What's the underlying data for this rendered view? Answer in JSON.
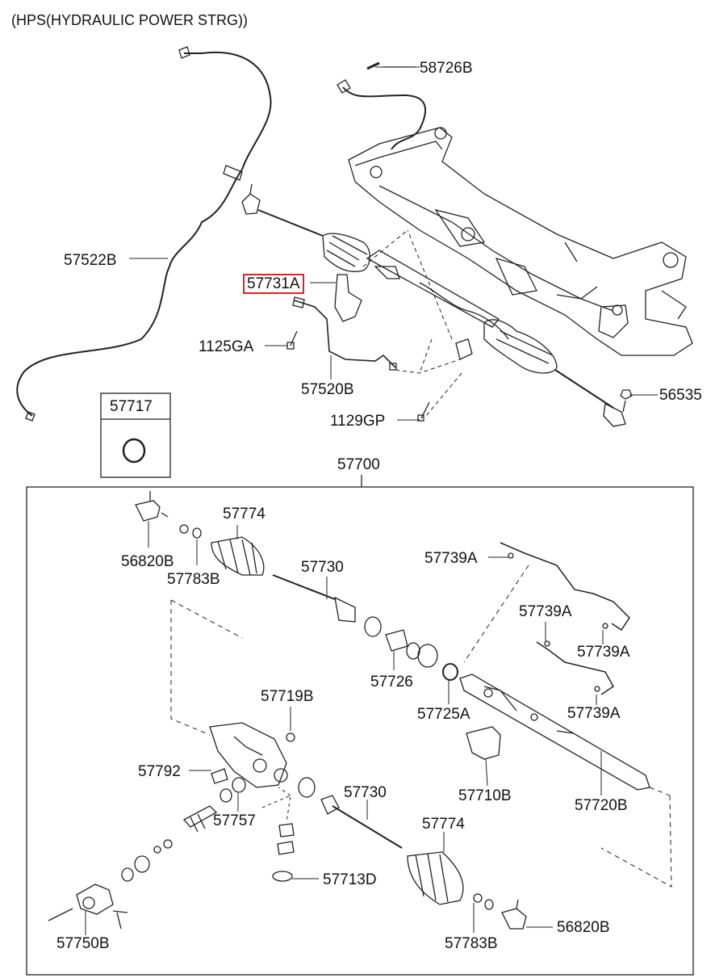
{
  "title": "(HPS(HYDRAULIC POWER STRG))",
  "highlight_color": "#e0202a",
  "labels": {
    "p58726B": "58726B",
    "p57522B": "57522B",
    "p57731A": "57731A",
    "p1125GA": "1125GA",
    "p57520B": "57520B",
    "p1129GP": "1129GP",
    "p56535": "56535",
    "p57717": "57717",
    "p57700": "57700",
    "p57774_top": "57774",
    "p56820B_top": "56820B",
    "p57783B_top": "57783B",
    "p57730_top": "57730",
    "p57739A_a": "57739A",
    "p57739A_b": "57739A",
    "p57739A_c": "57739A",
    "p57739A_d": "57739A",
    "p57726": "57726",
    "p57725A": "57725A",
    "p57719B": "57719B",
    "p57792": "57792",
    "p57757": "57757",
    "p57710B": "57710B",
    "p57720B": "57720B",
    "p57730_bot": "57730",
    "p57774_bot": "57774",
    "p57713D": "57713D",
    "p57750B": "57750B",
    "p57783B_bot": "57783B",
    "p56820B_bot": "56820B"
  }
}
